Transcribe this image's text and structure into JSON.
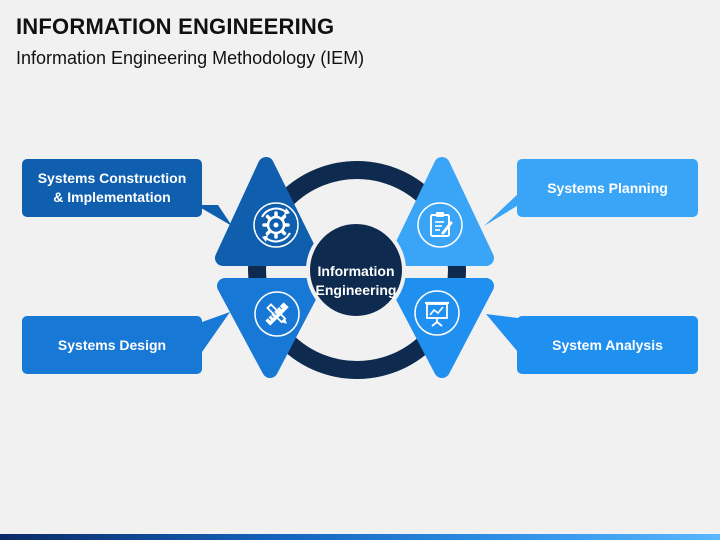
{
  "slide": {
    "title": "INFORMATION ENGINEERING",
    "subtitle": "Information Engineering Methodology (IEM)"
  },
  "center": {
    "label": "Information Engineering"
  },
  "stages": [
    {
      "label": "Systems Construction & Implementation",
      "icon": "gear-cycle-icon",
      "color": "#0f5fae"
    },
    {
      "label": "Systems Planning",
      "icon": "clipboard-icon",
      "color": "#3aa5f7"
    },
    {
      "label": "Systems Design",
      "icon": "ruler-pencil-icon",
      "color": "#1878d6"
    },
    {
      "label": "System Analysis",
      "icon": "presentation-board-icon",
      "color": "#1f8ff0"
    }
  ],
  "colors": {
    "ring": "#0e2a4e",
    "center": "#0e2a4e",
    "background": "#f1f1f1"
  }
}
